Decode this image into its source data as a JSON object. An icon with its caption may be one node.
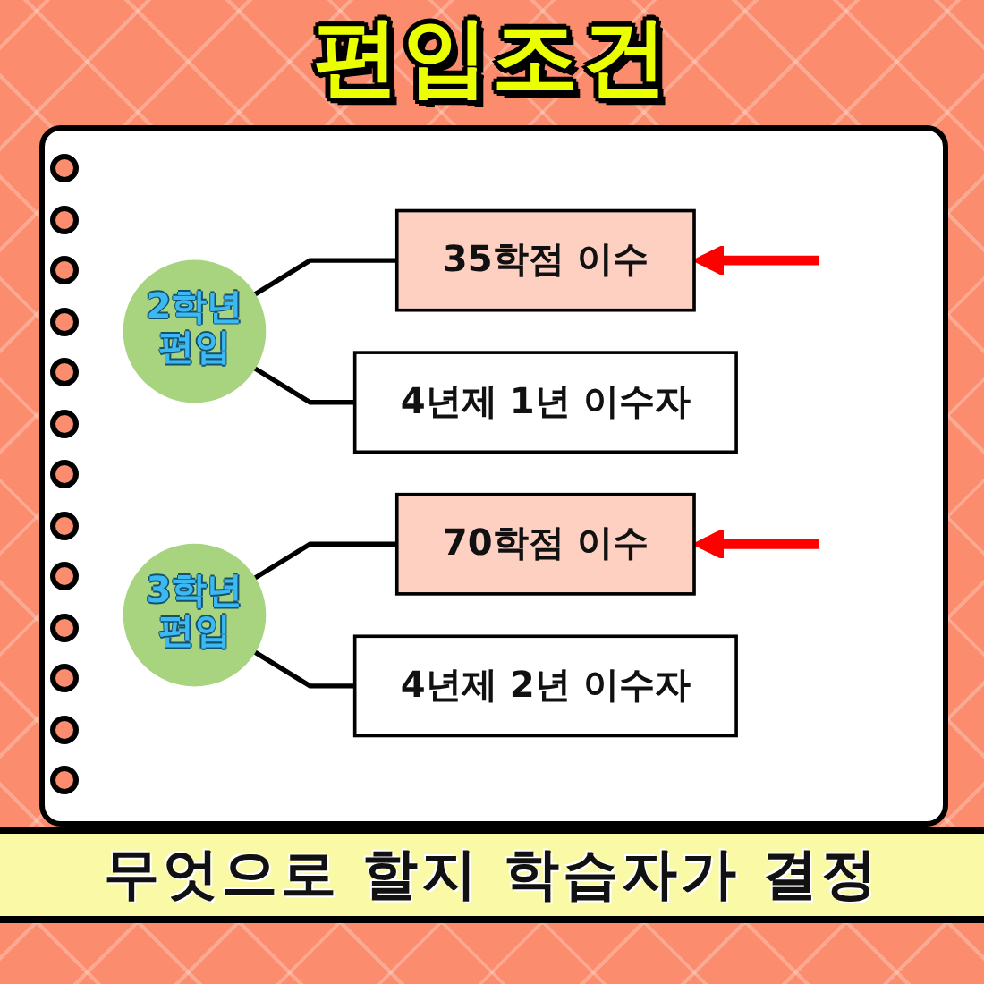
{
  "diagram": {
    "title": "편입조건",
    "caption": "무엇으로 할지 학습자가 결정",
    "nodes": [
      {
        "text": [
          "2학년 편입"
        ]
      },
      {
        "text": [
          "35학점 이수"
        ]
      },
      {
        "text": [
          "4년제 1년 이수자"
        ]
      },
      {
        "text": [
          "3학년 편입"
        ]
      },
      {
        "text": [
          "70학점 이수"
        ]
      },
      {
        "text": [
          "4년제 2년 이수자"
        ]
      }
    ],
    "edges": [
      {
        "from": 0,
        "to": 1,
        "arrow": "none"
      },
      {
        "from": 0,
        "to": 2,
        "arrow": "none"
      },
      {
        "from": null,
        "to": 1,
        "arrow": "to",
        "style": "thick",
        "color": "#ff0000"
      },
      {
        "from": 3,
        "to": 4,
        "arrow": "none"
      },
      {
        "from": 3,
        "to": 5,
        "arrow": "none"
      },
      {
        "from": null,
        "to": 4,
        "arrow": "to",
        "style": "thick",
        "color": "#ff0000"
      }
    ]
  }
}
